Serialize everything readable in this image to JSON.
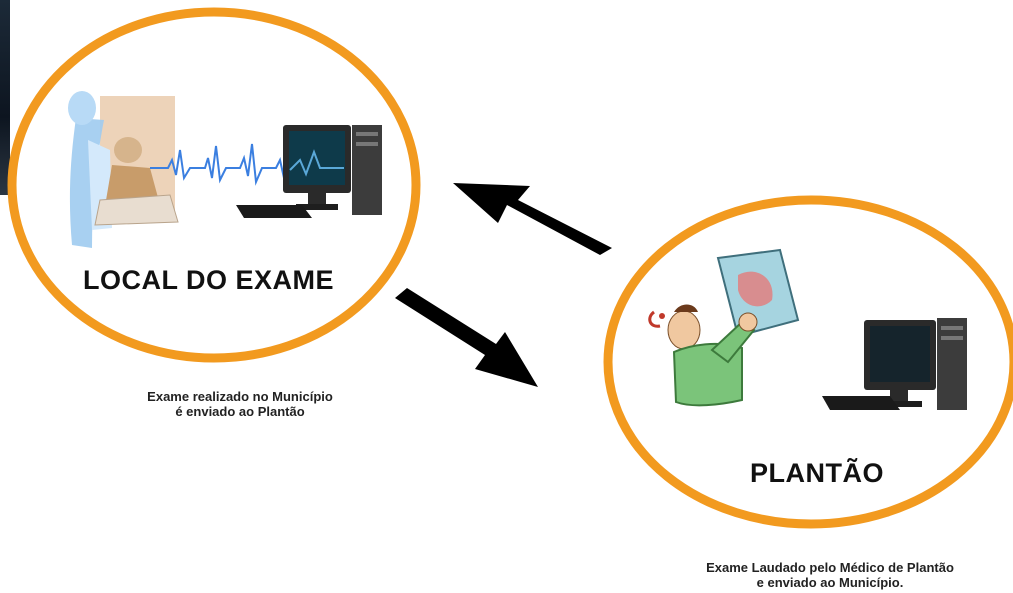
{
  "colors": {
    "ring": "#f29a1f",
    "arrow": "#000000",
    "signal": "#3b7fe0"
  },
  "local": {
    "title": "LOCAL DO EXAME",
    "caption_line1": "Exame realizado no Município",
    "caption_line2": "é enviado ao Plantão"
  },
  "plantao": {
    "title": "PLANTÃO",
    "caption_line1": "Exame Laudado pelo Médico de Plantão",
    "caption_line2": "e enviado ao Município."
  },
  "icons": [
    "patient-exam-icon",
    "ecg-signal-icon",
    "computer-icon",
    "doctor-icon",
    "computer-icon"
  ]
}
